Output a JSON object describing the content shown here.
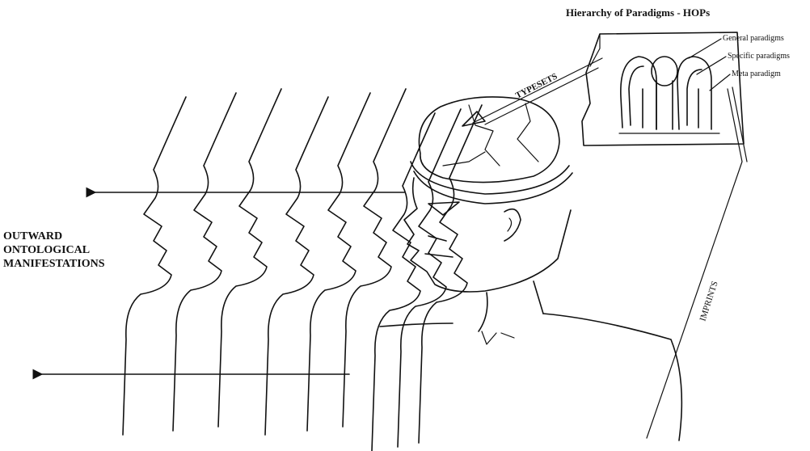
{
  "diagram": {
    "title": "Hierarchy of Paradigms - HOPs",
    "outward_label": [
      "OUTWARD",
      "ONTOLOGICAL",
      "MANIFESTATIONS"
    ],
    "typesets_label": "TYPESETS",
    "imprints_label": "IMPRINTS",
    "paradigm_levels": [
      "General paradigms",
      "Specific paradigms",
      "Meta paradigm"
    ]
  }
}
